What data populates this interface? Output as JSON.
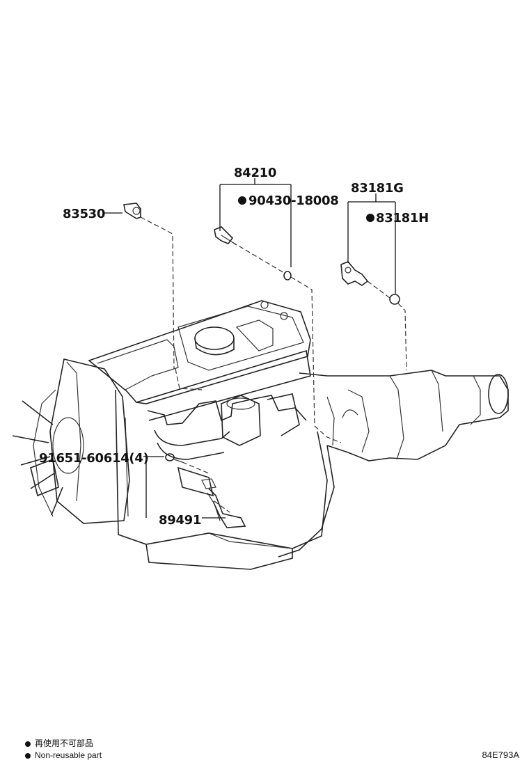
{
  "parts": [
    {
      "id": "p84210",
      "number": "84210"
    },
    {
      "id": "p90430",
      "number": "90430-18008",
      "non_reusable": true
    },
    {
      "id": "p83181g",
      "number": "83181G"
    },
    {
      "id": "p83181h",
      "number": "83181H",
      "non_reusable": true
    },
    {
      "id": "p83530",
      "number": "83530"
    },
    {
      "id": "p91651",
      "number": "91651-60614(4)"
    },
    {
      "id": "p89491",
      "number": "89491"
    }
  ],
  "legend": {
    "japanese": "再使用不可部品",
    "english": "Non-reusable part"
  },
  "reference_code": "84E793A",
  "colors": {
    "ink": "#111111",
    "background": "#ffffff"
  }
}
